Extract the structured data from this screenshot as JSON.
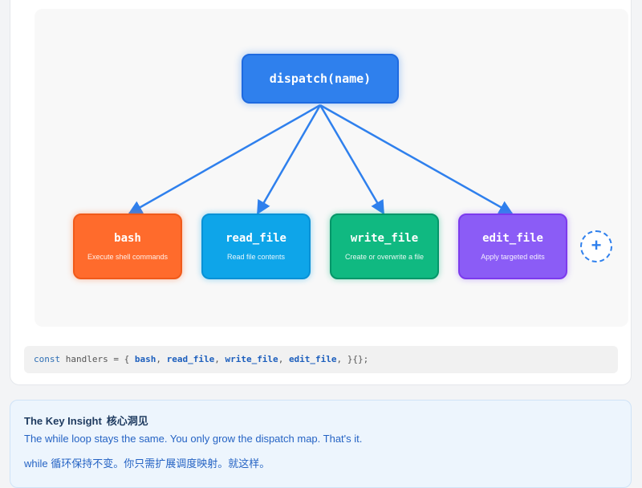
{
  "diagram": {
    "root": {
      "label": "dispatch(name)"
    },
    "tools": [
      {
        "label": "bash",
        "description": "Execute shell commands",
        "color": "#ff6b2c"
      },
      {
        "label": "read_file",
        "description": "Read file contents",
        "color": "#0ea5e9"
      },
      {
        "label": "write_file",
        "description": "Create or overwrite a file",
        "color": "#10b981"
      },
      {
        "label": "edit_file",
        "description": "Apply targeted edits",
        "color": "#8b5cf6"
      }
    ],
    "add_button": {
      "symbol": "+"
    },
    "arrow_color": "#2f80ed"
  },
  "code": {
    "prefix": "const",
    "middle": " handlers = { ",
    "handlers": [
      "bash",
      "read_file",
      "write_file",
      "edit_file"
    ],
    "suffix": " }{};"
  },
  "insight": {
    "title": "The Key Insight",
    "title_zh": "核心洞见",
    "line_en": "The while loop stays the same. You only grow the dispatch map. That's it.",
    "line_zh": "while 循环保持不变。你只需扩展调度映射。就这样。"
  }
}
